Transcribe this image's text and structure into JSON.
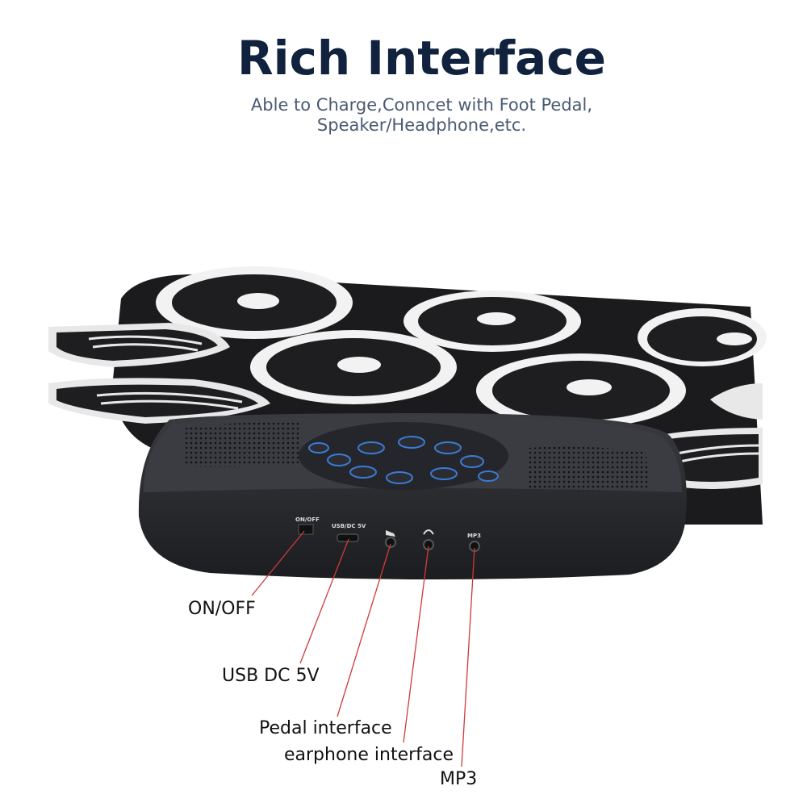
{
  "header": {
    "title": "Rich Interface",
    "subtitle_line1": "Able to Charge,Conncet with Foot Pedal,",
    "subtitle_line2": "Speaker/Headphone,etc."
  },
  "panel_markings": {
    "on_off": "ON/OFF",
    "usb": "USB/DC 5V",
    "mp3": "MP3"
  },
  "callouts": {
    "on_off": "ON/OFF",
    "usb": "USB DC 5V",
    "pedal": "Pedal interface",
    "earphone": "earphone interface",
    "mp3": "MP3"
  },
  "colors": {
    "title": "#10223d",
    "subtitle": "#4a5a72",
    "callout_line": "#d0393b",
    "button_glow": "#3a7bd5"
  }
}
